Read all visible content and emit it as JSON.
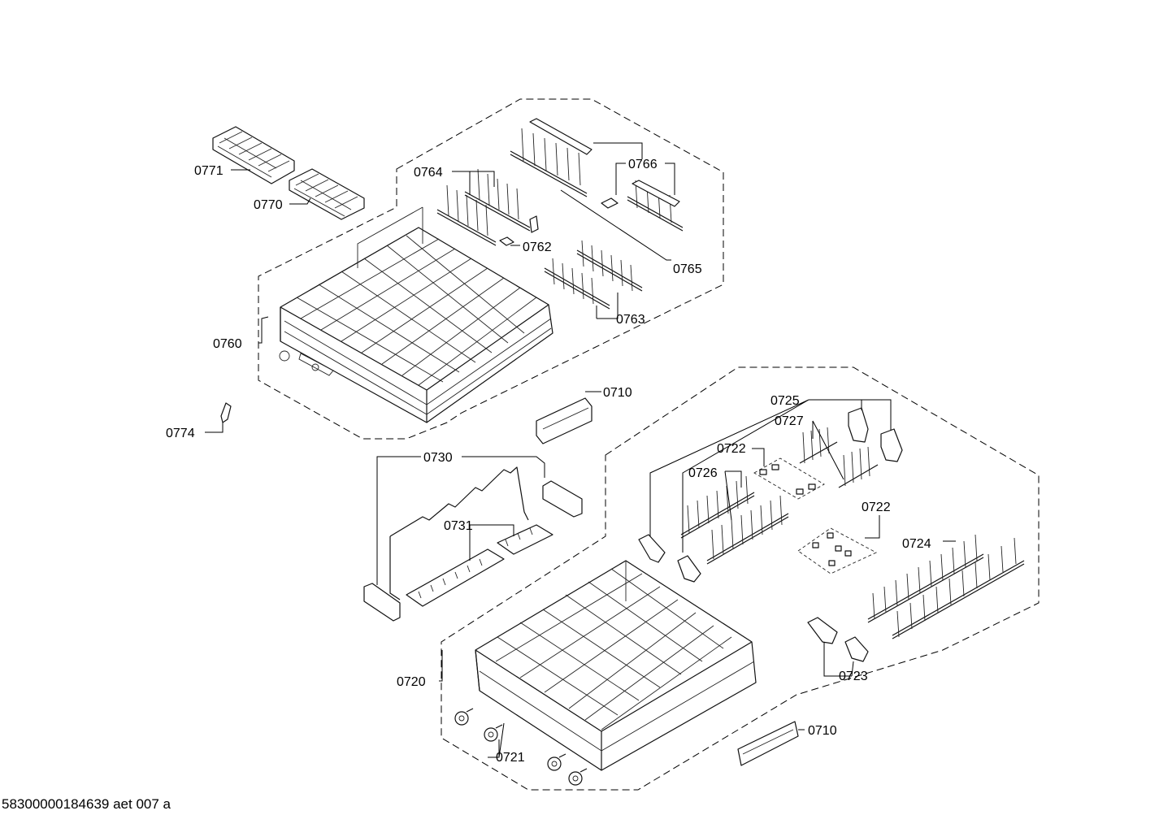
{
  "diagram": {
    "labels": {
      "p0771": "0771",
      "p0770": "0770",
      "p0764": "0764",
      "p0766": "0766",
      "p0762": "0762",
      "p0765": "0765",
      "p0763": "0763",
      "p0760": "0760",
      "p0774": "0774",
      "p0710_upper": "0710",
      "p0725": "0725",
      "p0727": "0727",
      "p0722_a": "0722",
      "p0726": "0726",
      "p0730": "0730",
      "p0722_b": "0722",
      "p0731": "0731",
      "p0724": "0724",
      "p0720": "0720",
      "p0723": "0723",
      "p0710_lower": "0710",
      "p0721": "0721"
    },
    "footer": "58300000184639 aet 007 a"
  }
}
